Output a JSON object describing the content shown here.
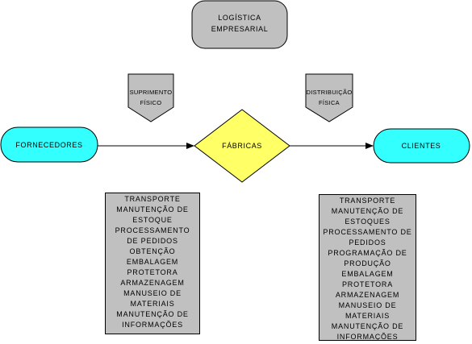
{
  "title": {
    "line1": "LOGÍSTICA",
    "line2": "EMPRESARIAL"
  },
  "nodes": {
    "suppliers": "FORNECEDORES",
    "factories": "FÁBRICAS",
    "clients": "CLIENTES"
  },
  "flows": {
    "supply": {
      "line1": "SUPRIMENTO",
      "line2": "FÍSICO"
    },
    "distribution": {
      "line1": "DISTRIBUIÇÃO",
      "line2": "FÍSICA"
    }
  },
  "supply_tasks": [
    "TRANSPORTE",
    "MANUTENÇÃO DE",
    "ESTOQUE",
    "PROCESSAMENTO",
    "DE PEDIDOS",
    "OBTENÇÃO",
    "EMBALAGEM",
    "PROTETORA",
    "ARMAZENAGEM",
    "MANUSEIO DE",
    "MATERIAIS",
    "MANUTENÇÃO DE",
    "INFORMAÇÕES"
  ],
  "distribution_tasks": [
    "TRANSPORTE",
    "MANUTENÇÃO DE",
    "ESTOQUES",
    "PROCESSAMENTO DE",
    "PEDIDOS",
    "PROGRAMAÇÃO DE",
    "PRODUÇÃO",
    "EMBALAGEM",
    "PROTETORA",
    "ARMAZENAGEM",
    "MANUSEIO DE",
    "MATERIAIS",
    "MANUTENÇÃO DE",
    "INFORMAÇÕES"
  ],
  "colors": {
    "title_fill": "#c0c0c0",
    "endpoint_fill": "#33ffff",
    "factory_fill": "#ffff66",
    "box_fill": "#c0c0c0"
  }
}
